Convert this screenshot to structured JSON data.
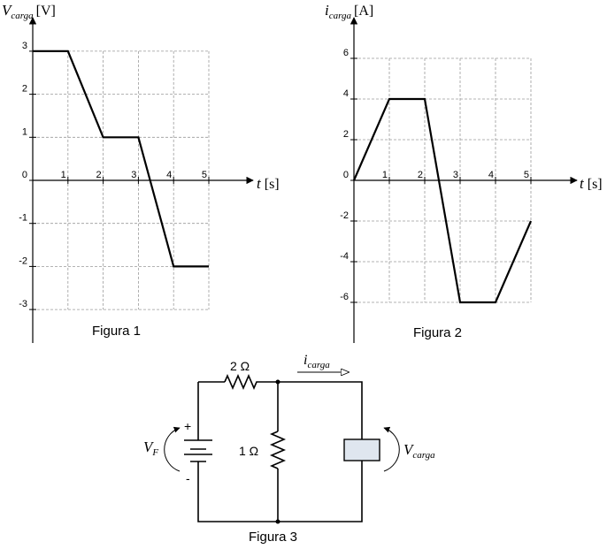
{
  "chart_data": [
    {
      "type": "line",
      "title": "Figura 1",
      "ylabel_var": "V",
      "ylabel_sub": "carga",
      "ylabel_unit": "[V]",
      "xlabel_var": "t",
      "xlabel_unit": "[s]",
      "x_ticks": [
        "1",
        "2",
        "3",
        "4",
        "5"
      ],
      "y_ticks": [
        {
          "v": 3,
          "label": "3"
        },
        {
          "v": 2,
          "label": "2"
        },
        {
          "v": 1,
          "label": "1"
        },
        {
          "v": 0,
          "label": "0"
        },
        {
          "v": -1,
          "label": "-1"
        },
        {
          "v": -2,
          "label": "-2"
        },
        {
          "v": -3,
          "label": "-3"
        }
      ],
      "xlim": [
        0,
        5
      ],
      "ylim": [
        -3,
        3
      ],
      "grid": true,
      "series": [
        {
          "x": [
            0,
            1,
            2,
            3,
            4,
            5
          ],
          "y": [
            3,
            3,
            1,
            1,
            -2,
            -2
          ]
        }
      ]
    },
    {
      "type": "line",
      "title": "Figura 2",
      "ylabel_var": "i",
      "ylabel_sub": "carga",
      "ylabel_unit": "[A]",
      "xlabel_var": "t",
      "xlabel_unit": "[s]",
      "x_ticks": [
        "1",
        "2",
        "3",
        "4",
        "5"
      ],
      "y_ticks": [
        {
          "v": 6,
          "label": "6"
        },
        {
          "v": 4,
          "label": "4"
        },
        {
          "v": 2,
          "label": "2"
        },
        {
          "v": 0,
          "label": "0"
        },
        {
          "v": -2,
          "label": "-2"
        },
        {
          "v": -4,
          "label": "-4"
        },
        {
          "v": -6,
          "label": "-6"
        }
      ],
      "xlim": [
        0,
        5
      ],
      "ylim": [
        -6,
        6
      ],
      "grid": true,
      "series": [
        {
          "x": [
            0,
            1,
            2,
            3,
            4,
            5
          ],
          "y": [
            0,
            4,
            4,
            -6,
            -6,
            -2
          ]
        }
      ]
    }
  ],
  "circuit": {
    "title": "Figura 3",
    "r_series_label": "2 Ω",
    "r_shunt_label": "1 Ω",
    "source_var": "V",
    "source_sub": "F",
    "source_plus": "+",
    "source_minus": "-",
    "load_var": "V",
    "load_sub": "carga",
    "current_var": "i",
    "current_sub": "carga"
  }
}
